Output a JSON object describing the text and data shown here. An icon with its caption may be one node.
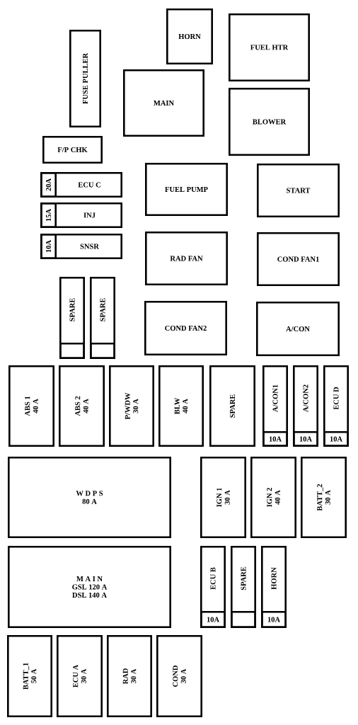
{
  "diagram": {
    "nodes": [
      {
        "text": [
          "HORN"
        ]
      },
      {
        "text": [
          "FUEL HTR"
        ]
      },
      {
        "text": [
          "FUSE PULLER"
        ]
      },
      {
        "text": [
          "MAIN"
        ]
      },
      {
        "text": [
          "BLOWER"
        ]
      },
      {
        "text": [
          "F/P CHK"
        ]
      },
      {
        "text": [
          "ECU C"
        ]
      },
      {
        "text": [
          "20A"
        ],
        "in": 6
      },
      {
        "text": [
          "INJ"
        ]
      },
      {
        "text": [
          "15A"
        ],
        "in": 8
      },
      {
        "text": [
          "SNSR"
        ]
      },
      {
        "text": [
          "10A"
        ],
        "in": 10
      },
      {
        "text": [
          "FUEL PUMP"
        ]
      },
      {
        "text": [
          "START"
        ]
      },
      {
        "text": [
          "RAD FAN"
        ]
      },
      {
        "text": [
          "COND FAN1"
        ]
      },
      {
        "text": [
          "SPARE"
        ]
      },
      {
        "text": [],
        "shape": "box",
        "in": 16
      },
      {
        "text": [
          "SPARE"
        ]
      },
      {
        "text": [],
        "shape": "box",
        "in": 18
      },
      {
        "text": [
          "COND FAN2"
        ]
      },
      {
        "text": [
          "A/CON"
        ]
      },
      {
        "text": [
          "ABS 1",
          "40 A"
        ]
      },
      {
        "text": [
          "ABS 2",
          "40 A"
        ]
      },
      {
        "text": [
          "P/WDW",
          "30 A"
        ]
      },
      {
        "text": [
          "BLW",
          "40 A"
        ]
      },
      {
        "text": [
          "SPARE"
        ]
      },
      {
        "text": [
          "A/CON1"
        ]
      },
      {
        "text": [
          "10A"
        ],
        "in": 27
      },
      {
        "text": [
          "A/CON2"
        ]
      },
      {
        "text": [
          "10A"
        ],
        "in": 29
      },
      {
        "text": [
          "ECU D"
        ]
      },
      {
        "text": [
          "10A"
        ],
        "in": 31
      },
      {
        "text": [
          "W D P S",
          "80 A"
        ]
      },
      {
        "text": [
          "IGN 1",
          "30 A"
        ]
      },
      {
        "text": [
          "IGN 2",
          "40 A"
        ]
      },
      {
        "text": [
          "BATT_2",
          "30 A"
        ]
      },
      {
        "text": [
          "M A I N",
          "GSL 120 A",
          "DSL 140 A"
        ]
      },
      {
        "text": [
          "ECU B"
        ]
      },
      {
        "text": [
          "10A"
        ],
        "in": 38
      },
      {
        "text": [
          "SPARE"
        ]
      },
      {
        "text": [],
        "shape": "box",
        "in": 40
      },
      {
        "text": [
          "HORN"
        ]
      },
      {
        "text": [
          "10A"
        ],
        "in": 42
      },
      {
        "text": [
          "BATT_1",
          "50 A"
        ]
      },
      {
        "text": [
          "ECU A",
          "30 A"
        ]
      },
      {
        "text": [
          "RAD",
          "30 A"
        ]
      },
      {
        "text": [
          "COND",
          "30 A"
        ]
      }
    ]
  }
}
